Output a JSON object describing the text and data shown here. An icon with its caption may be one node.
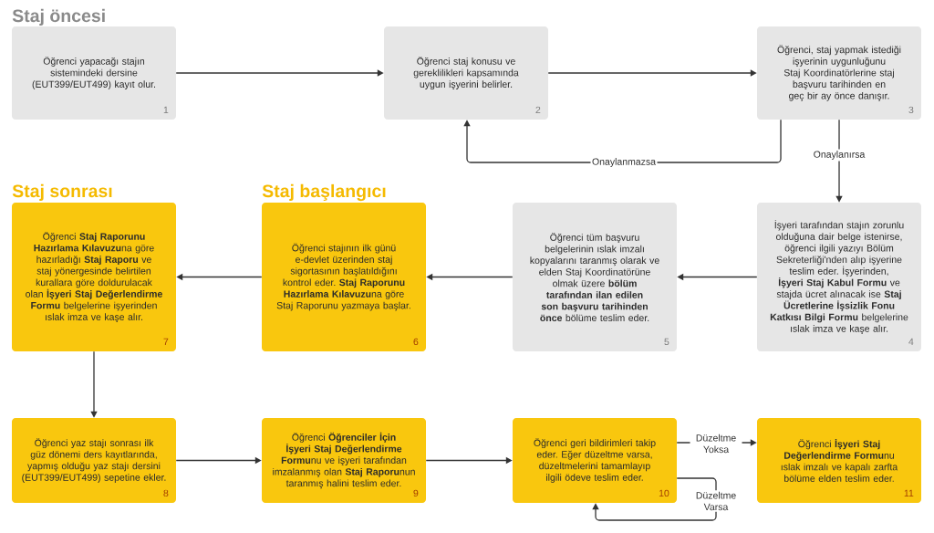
{
  "diagram": {
    "nodes": [
      {
        "text": [
          "Öğrenci yapacağı stajın sistemindeki dersine (EUT399/EUT499) kayıt olur.",
          "1"
        ]
      },
      {
        "text": [
          "Öğrenci staj konusu ve gereklilikleri kapsamında uygun işyerini belirler.",
          "2"
        ]
      },
      {
        "text": [
          "Öğrenci, staj yapmak istediği işyerinin uygunluğunu Staj Koordinatörlerine staj başvuru tarihinden en geç bir ay önce danışır.",
          "3"
        ]
      },
      {
        "text": [
          "İşyeri tarafından stajın zorunlu olduğuna dair belge istenirse, öğrenci ilgili yazıyı Bölüm Sekreterliği'nden alıp işyerine teslim eder. İşyerinden, **İşyeri Staj Kabul Formu** ve stajda ücret alınacak ise **Staj Ücretlerine İşsizlik Fonu Katkısı Bilgi Formu** belgelerine ıslak imza ve kaşe alır.",
          "4"
        ]
      },
      {
        "text": [
          "Öğrenci tüm başvuru belgelerinin ıslak imzalı kopyalarını taranmış olarak ve elden Staj Koordinatörüne olmak üzere **bölüm tarafından ilan edilen son başvuru tarihinden önce** bölüme teslim eder.",
          "5"
        ]
      },
      {
        "text": [
          "Öğrenci stajının ilk günü e-devlet üzerinden staj sigortasının başlatıldığını kontrol eder. **Staj Raporunu Hazırlama Kılavuzu**na göre Staj Raporunu yazmaya başlar.",
          "6"
        ]
      },
      {
        "text": [
          "Öğrenci **Staj Raporunu Hazırlama Kılavuzu**na göre hazırladığı **Staj Raporu** ve staj yönergesinde belirtilen kurallara göre doldurulacak olan **İşyeri Staj Değerlendirme Formu** belgelerine işyerinden ıslak imza ve kaşe alır.",
          "7"
        ]
      },
      {
        "text": [
          "Öğrenci yaz stajı sonrası ilk güz dönemi ders kayıtlarında, yapmış olduğu yaz stajı dersini (EUT399/EUT499) sepetine ekler.",
          "8"
        ]
      },
      {
        "text": [
          "Öğrenci **Öğrenciler İçin İşyeri Staj Değerlendirme Formu**nu ve işyeri tarafından imzalanmış olan **Staj Raporu**nun taranmış halini teslim eder.",
          "9"
        ]
      },
      {
        "text": [
          "Öğrenci geri bildirimleri takip eder. Eğer düzeltme varsa, düzeltmelerini tamamlayıp ilgili ödeve teslim eder.",
          "10"
        ]
      },
      {
        "text": [
          "Öğrenci **İşyeri Staj Değerlendirme Formu**nu ıslak imzalı ve kapalı zarfta bölüme elden teslim eder.",
          "11"
        ]
      }
    ],
    "edges": [
      {
        "from": 0,
        "to": 1,
        "arrow": "to"
      },
      {
        "from": 1,
        "to": 2,
        "arrow": "to"
      },
      {
        "from": 2,
        "to": 1,
        "arrow": "to",
        "label": "Onaylanmazsa"
      },
      {
        "from": 2,
        "to": 3,
        "arrow": "to",
        "label": "Onaylanırsa"
      },
      {
        "from": 3,
        "to": 4,
        "arrow": "to"
      },
      {
        "from": 4,
        "to": 5,
        "arrow": "to"
      },
      {
        "from": 5,
        "to": 6,
        "arrow": "to"
      },
      {
        "from": 6,
        "to": 7,
        "arrow": "to"
      },
      {
        "from": 7,
        "to": 8,
        "arrow": "to"
      },
      {
        "from": 8,
        "to": 9,
        "arrow": "to"
      },
      {
        "from": 9,
        "to": 10,
        "arrow": "to",
        "label": "Düzeltme Yoksa"
      },
      {
        "from": 9,
        "to": 9,
        "arrow": "to",
        "label": "Düzeltme Varsa"
      }
    ],
    "labels": [
      "Staj öncesi",
      "Staj sonrası",
      "Staj başlangıcı"
    ]
  }
}
